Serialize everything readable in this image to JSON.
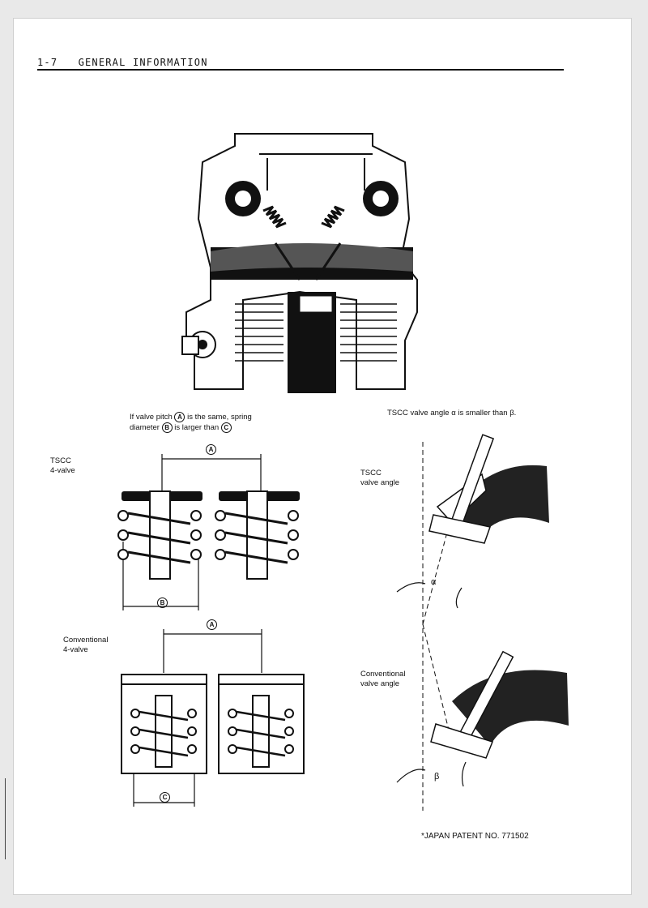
{
  "header": {
    "section": "1-7",
    "title": "GENERAL INFORMATION"
  },
  "captions": {
    "pitch_1": "If valve pitch",
    "pitch_2": "is the same, spring",
    "pitch_3": "diameter",
    "pitch_4": "is larger than",
    "angle": "TSCC valve angle α is smaller than β."
  },
  "markers": {
    "a": "A",
    "b": "B",
    "c": "C"
  },
  "labels": {
    "tscc_4valve_1": "TSCC",
    "tscc_4valve_2": "4-valve",
    "conv_4valve_1": "Conventional",
    "conv_4valve_2": "4-valve",
    "tscc_angle_1": "TSCC",
    "tscc_angle_2": "valve angle",
    "conv_angle_1": "Conventional",
    "conv_angle_2": "valve angle",
    "alpha": "α",
    "beta": "β"
  },
  "footnote": "*JAPAN PATENT NO. 771502"
}
